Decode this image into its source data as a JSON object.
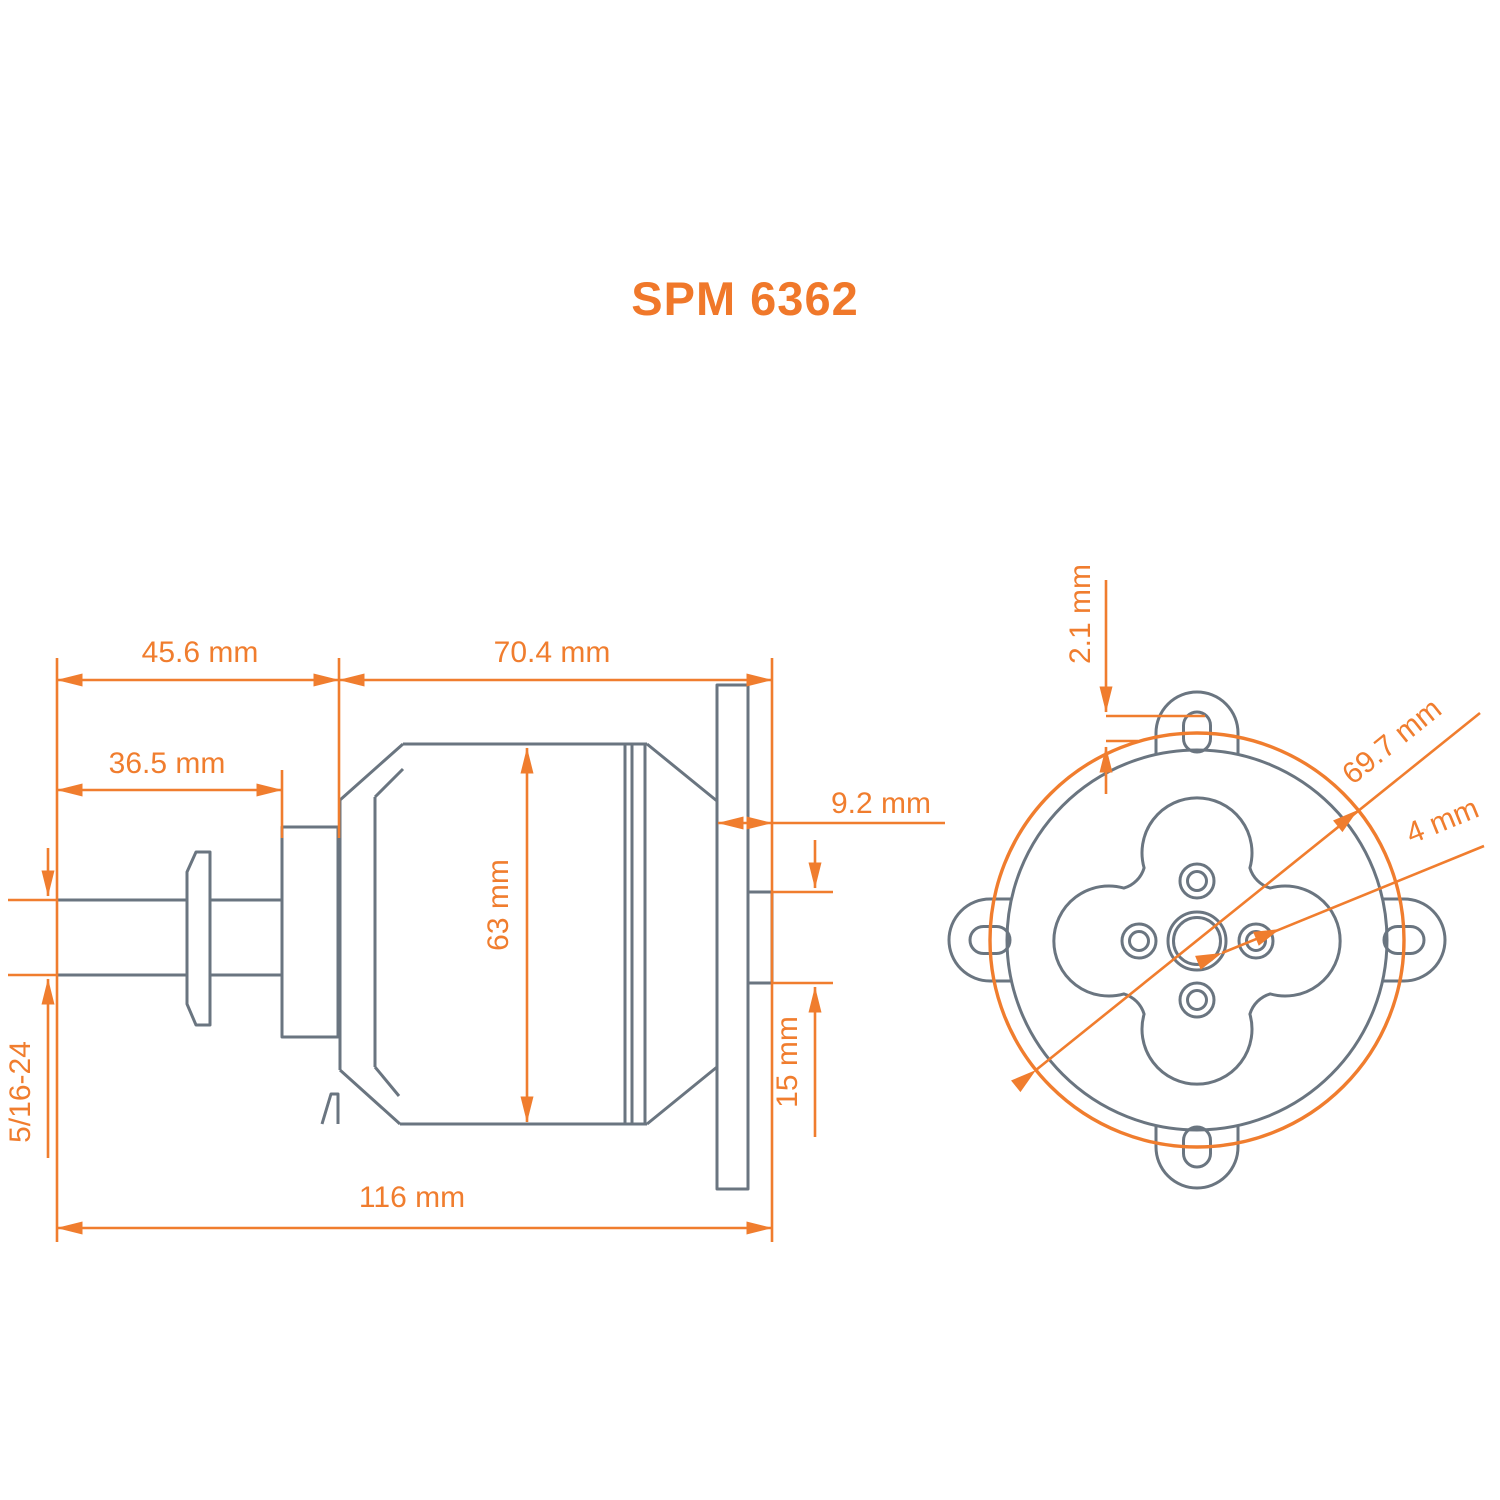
{
  "title": "SPM 6362",
  "colors": {
    "accent_orange": "#F07D2E",
    "drawing_gray": "#6A7580",
    "background": "#FFFFFF"
  },
  "side_view": {
    "description": "motor-side-profile-drawing",
    "dims": {
      "rear_shaft_to_bell": "45.6 mm",
      "bell_to_mount_face": "70.4 mm",
      "exposed_shaft": "36.5 mm",
      "mount_thickness": "9.2 mm",
      "can_diameter": "63 mm",
      "front_stub": "15 mm",
      "overall_length": "116 mm",
      "shaft_thread": "5/16-24"
    }
  },
  "front_view": {
    "description": "motor-front-face-drawing",
    "dims": {
      "tab_hole_offset": "2.1 mm",
      "bolt_circle_diameter": "69.7 mm",
      "hole_diameter": "4 mm"
    }
  }
}
